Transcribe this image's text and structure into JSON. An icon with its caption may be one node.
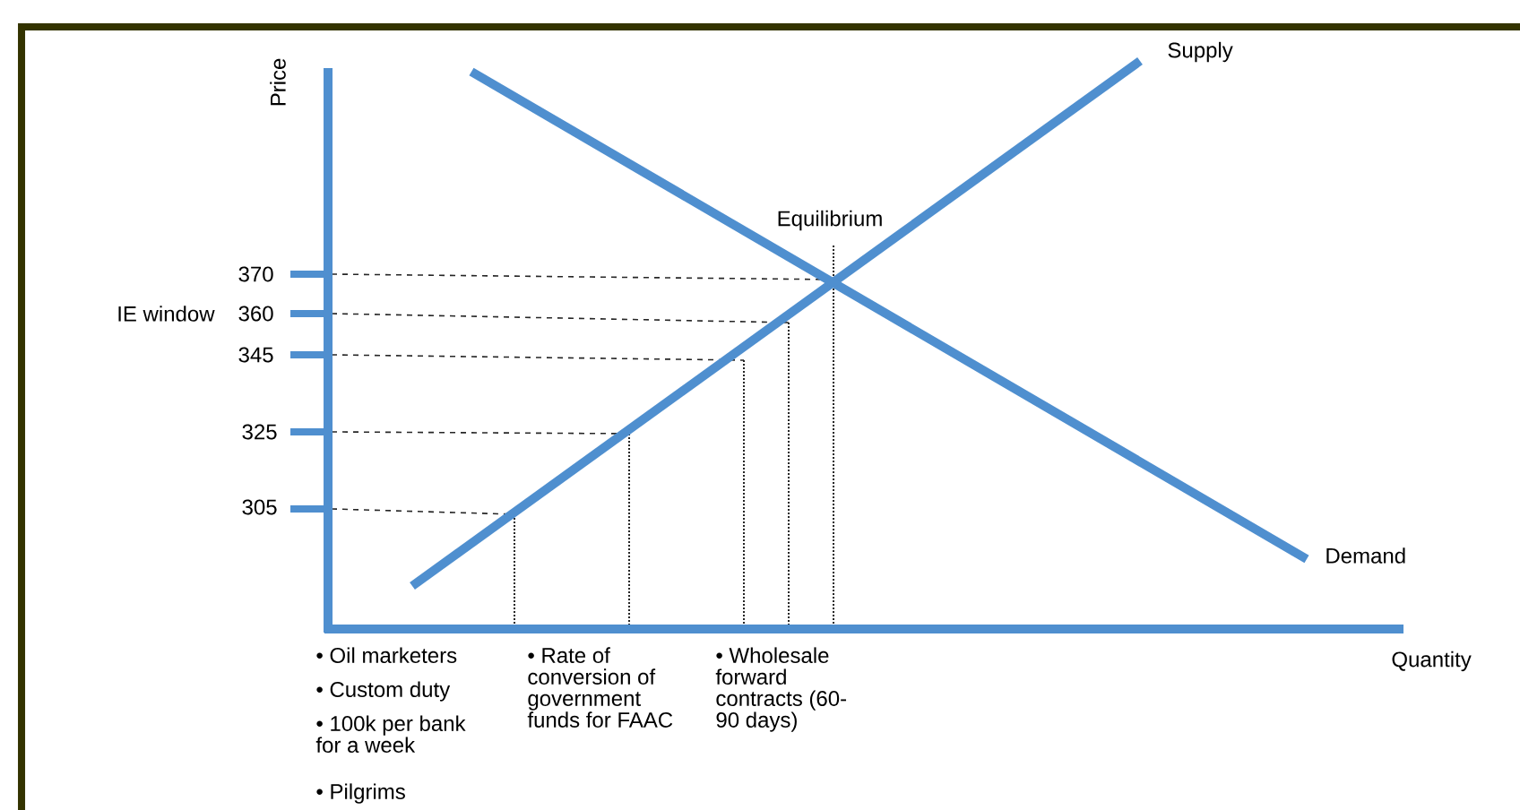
{
  "diagram": {
    "labels": [
      "Price",
      "Supply",
      "Equilibrium",
      "370",
      "IE window",
      "360",
      "345",
      "325",
      "305",
      "Demand",
      "Quantity",
      "• Oil marketers",
      "• Custom duty",
      "• 100k per bank for a week",
      "• Pilgrims",
      "• Rate of conversion of government funds for FAAC",
      "• Wholesale forward contracts (60-90 days)"
    ]
  }
}
